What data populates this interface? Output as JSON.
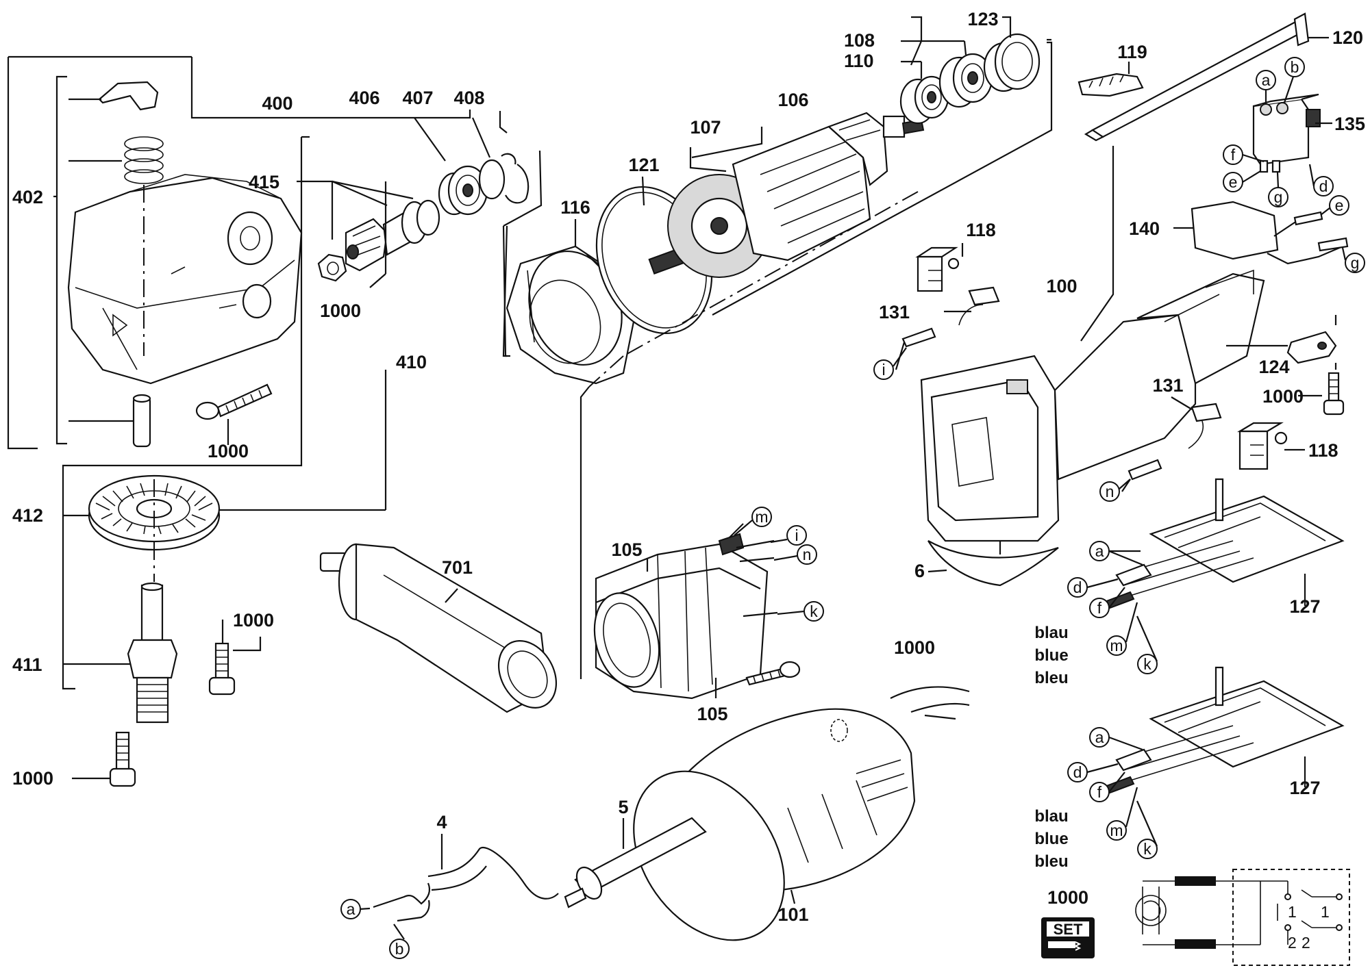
{
  "callouts": {
    "c400": "400",
    "c402": "402",
    "c406": "406",
    "c407": "407",
    "c408": "408",
    "c415": "415",
    "c410": "410",
    "c412": "412",
    "c411": "411",
    "c701": "701",
    "c116": "116",
    "c121": "121",
    "c107": "107",
    "c106": "106",
    "c108": "108",
    "c110": "110",
    "c123": "123",
    "c119": "119",
    "c120": "120",
    "c135": "135",
    "c118a": "118",
    "c131a": "131",
    "c100": "100",
    "c140": "140",
    "c124": "124",
    "c131b": "131",
    "c118b": "118",
    "c6": "6",
    "c127a": "127",
    "c127b": "127",
    "c105a": "105",
    "c105b": "105",
    "c101": "101",
    "c4": "4",
    "c5": "5",
    "s1000_a": "1000",
    "s1000_b": "1000",
    "s1000_c": "1000",
    "s1000_d": "1000",
    "s1000_e": "1000",
    "s1000_f": "1000",
    "s1000_g": "1000"
  },
  "letters": {
    "a": "a",
    "b": "b",
    "d": "d",
    "e": "e",
    "f": "f",
    "g": "g",
    "i": "i",
    "k": "k",
    "m": "m",
    "n": "n"
  },
  "wire_colors": {
    "line1": "blau",
    "line2": "blue",
    "line3": "bleu"
  },
  "set_badge": {
    "label": "SET",
    "number": "1000"
  },
  "schematic": {
    "label1": "1",
    "label2": "2"
  }
}
